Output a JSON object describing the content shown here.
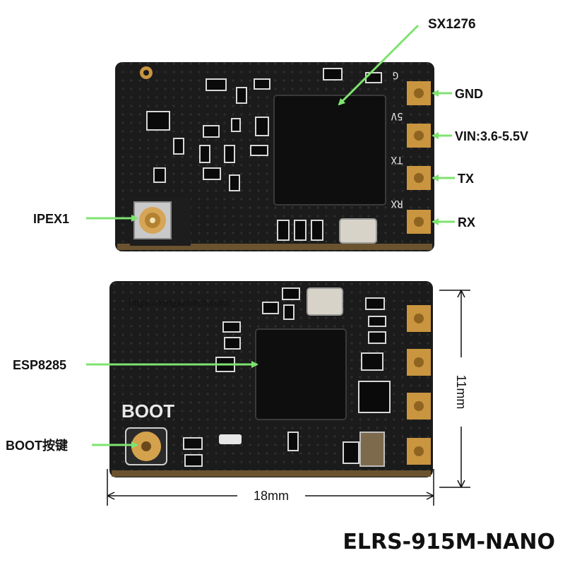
{
  "product_title": "ELRS-915M-NANO",
  "watermark_url": "https://xingkaitech.com/",
  "colors": {
    "arrow": "#7ee36f",
    "pcb": "#1b1b1b",
    "pad_gold": "#c9953f",
    "text": "#111111"
  },
  "top_board": {
    "pad_silkscreen": [
      "G",
      "5V",
      "TX",
      "RX"
    ],
    "callouts": {
      "chip": "SX1276",
      "antenna_connector": "IPEX1",
      "pads": [
        "GND",
        "VIN:3.6-5.5V",
        "TX",
        "RX"
      ]
    }
  },
  "bottom_board": {
    "silkscreen_boot": "BOOT",
    "callouts": {
      "chip": "ESP8285",
      "button": "BOOT按键"
    },
    "dimensions": {
      "width_label": "18mm",
      "height_label": "11mm"
    }
  }
}
